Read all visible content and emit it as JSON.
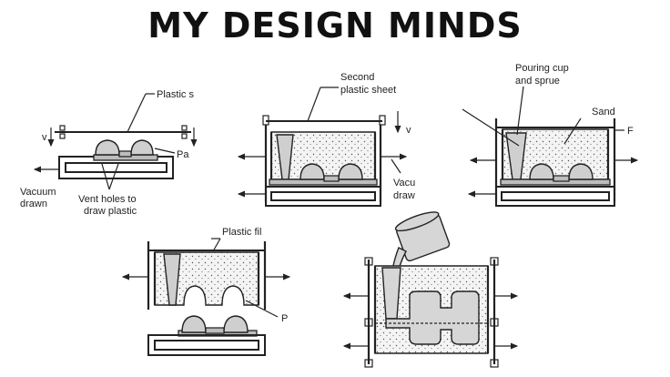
{
  "title": "MY DESIGN MINDS",
  "labels": {
    "d1_plastic": "Plastic s",
    "d1_pa": "Pa",
    "d1_v": "v",
    "d1_vacuum": "Vacuum",
    "d1_drawn": "drawn",
    "d1_vent1": "Vent holes to",
    "d1_vent2": "draw plastic",
    "d2_second1": "Second",
    "d2_second2": "plastic sheet",
    "d2_v": "v",
    "d2_vacu": "Vacu",
    "d2_draw": "draw",
    "d3_pour1": "Pouring cup",
    "d3_pour2": "and sprue",
    "d3_sand": "Sand",
    "d3_f": "F",
    "d4_film": "Plastic fil",
    "d4_p": "P"
  }
}
